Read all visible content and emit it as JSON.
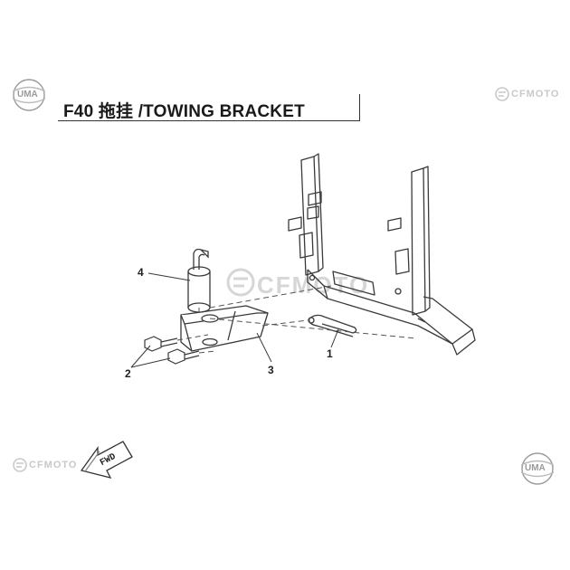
{
  "title": "F40 拖挂 /TOWING BRACKET",
  "logos": {
    "uma_top_left": "UMA",
    "cfmoto_top_right": "CFMOTO",
    "cfmoto_center": "CFMOTO",
    "cfmoto_bottom_left": "CFMOTO",
    "uma_bottom_right": "UMA",
    "fwd_arrow": "FWD"
  },
  "callouts": [
    {
      "id": "1",
      "label": "1"
    },
    {
      "id": "2",
      "label": "2"
    },
    {
      "id": "3",
      "label": "3"
    },
    {
      "id": "4",
      "label": "4"
    }
  ],
  "colors": {
    "line": "#3a3a3a",
    "watermark": "#cfcfcf",
    "text": "#1a1a1a"
  }
}
